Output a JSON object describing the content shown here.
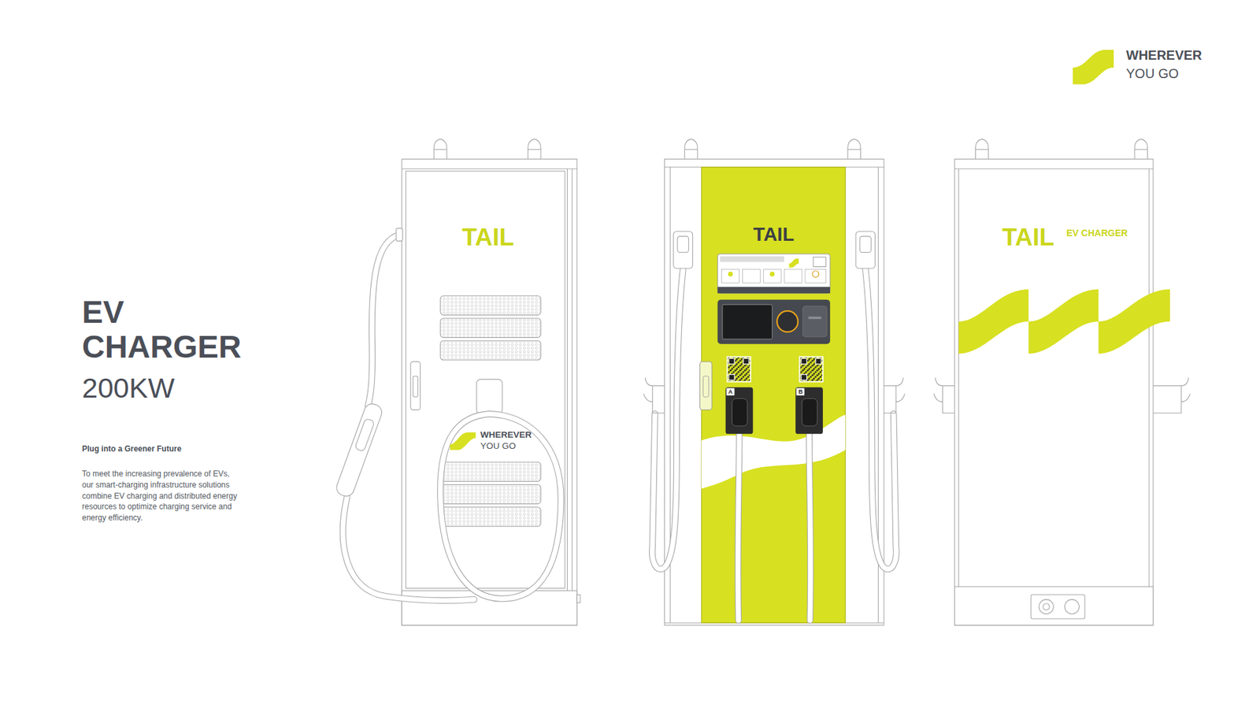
{
  "diagram": {
    "title": "EV CHARGER",
    "labels": [
      "200KW",
      "Plug into a Greener Future",
      "To meet the increasing prevalence of EVs, our smart-charging infrastructure solutions combine EV charging and distributed energy resources to optimize charging service and energy efficiency.",
      "WHEREVER YOU GO",
      "TAIL",
      "WHEREVER YOU GO",
      "TAIL",
      "A",
      "B",
      "TAIL",
      "EV CHARGER"
    ]
  }
}
